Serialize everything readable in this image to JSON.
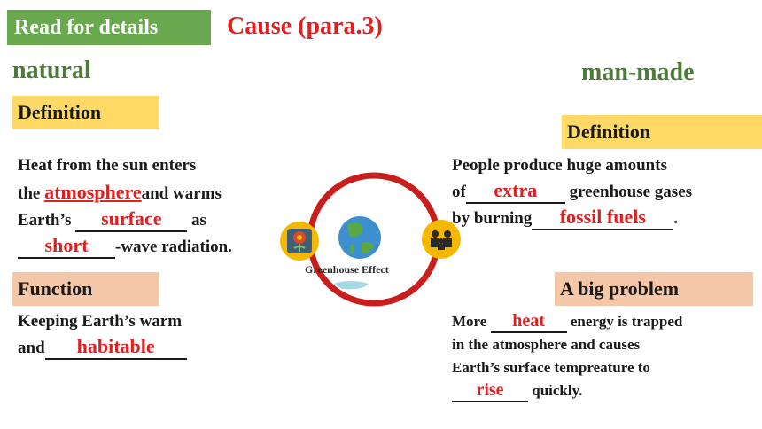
{
  "header": {
    "tag": "Read for details",
    "title": "Cause (para.3)"
  },
  "natural": {
    "heading": "natural",
    "definition_label": "Definition",
    "def": {
      "l1": "Heat from the sun enters",
      "l2_pre": "the ",
      "l2_ans": "atmosphere",
      "l2_post": "and warms",
      "l3_pre": "Earth’s ",
      "l3_ans": "surface",
      "l3_post": " as",
      "l4_ans": "short",
      "l4_post": "-wave radiation."
    },
    "function_label": "Function",
    "func": {
      "l1": "Keeping Earth’s warm",
      "l2_pre": "and",
      "l2_ans": "habitable"
    }
  },
  "manmade": {
    "heading": "man-made",
    "definition_label": "Definition",
    "def": {
      "l1": "People produce huge amounts",
      "l2_pre": "of",
      "l2_ans": "extra",
      "l2_post": " greenhouse gases",
      "l3_pre": "by burning",
      "l3_ans": "fossil fuels",
      "l3_post": "."
    },
    "problem_label": "A big problem",
    "problem": {
      "l1_pre": "More ",
      "l1_ans": "heat",
      "l1_post": " energy is trapped",
      "l2": "in the atmosphere and causes",
      "l3": "Earth’s surface tempreature to",
      "l4_ans": "rise",
      "l4_post": " quickly."
    }
  },
  "center": {
    "caption": "Greenhouse Effect",
    "ring_color": "#c81e1e"
  },
  "icons": [
    "flower-icon",
    "globe-icon",
    "people-icon"
  ]
}
